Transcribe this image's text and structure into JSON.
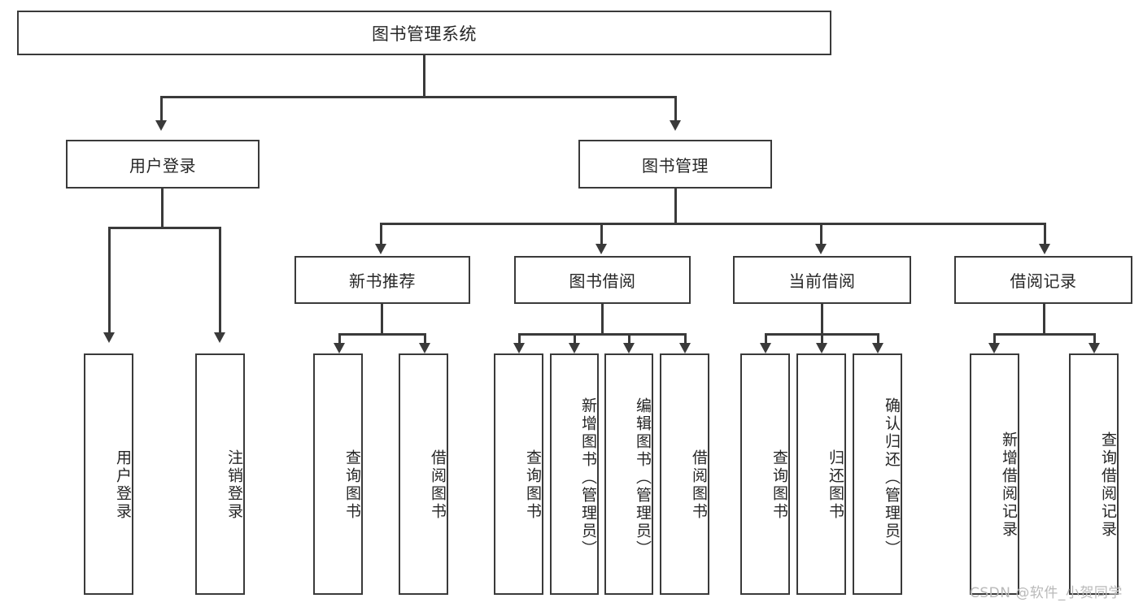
{
  "diagram": {
    "type": "tree",
    "title": "图书管理系统",
    "root": {
      "label": "图书管理系统"
    },
    "level1": [
      {
        "label": "用户登录"
      },
      {
        "label": "图书管理"
      }
    ],
    "level2": [
      {
        "label": "新书推荐"
      },
      {
        "label": "图书借阅"
      },
      {
        "label": "当前借阅"
      },
      {
        "label": "借阅记录"
      }
    ],
    "leaves": {
      "user_login": [
        {
          "label": "用户登录"
        },
        {
          "label": "注销登录"
        }
      ],
      "new_book": [
        {
          "label": "查询图书"
        },
        {
          "label": "借阅图书"
        }
      ],
      "book_borrow": [
        {
          "label": "查询图书"
        },
        {
          "label": "新增图书（管理员）"
        },
        {
          "label": "编辑图书（管理员）"
        },
        {
          "label": "借阅图书"
        }
      ],
      "current_borrow": [
        {
          "label": "查询图书"
        },
        {
          "label": "归还图书"
        },
        {
          "label": "确认归还（管理员）"
        }
      ],
      "borrow_record": [
        {
          "label": "新增借阅记录"
        },
        {
          "label": "查询借阅记录"
        }
      ]
    }
  },
  "watermark": {
    "text": "CSDN @软件_小贺同学"
  },
  "colors": {
    "stroke": "#3a3a3a",
    "background": "#ffffff",
    "text": "#262626",
    "watermark": "#b9b9b9"
  }
}
